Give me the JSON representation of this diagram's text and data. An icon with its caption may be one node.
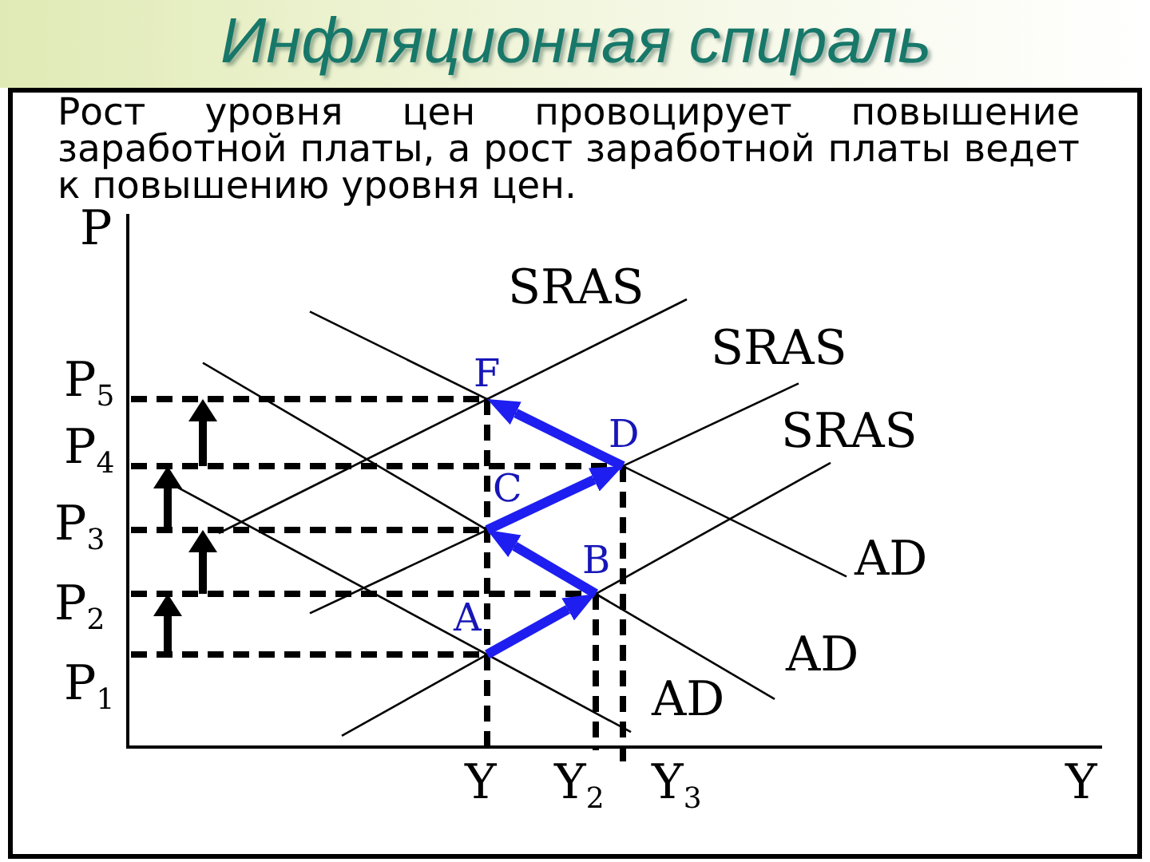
{
  "diagram": {
    "title": "Инфляционная спираль",
    "nodes": [
      {
        "text": [
          "A"
        ]
      },
      {
        "text": [
          "B"
        ]
      },
      {
        "text": [
          "C"
        ]
      },
      {
        "text": [
          "D"
        ]
      },
      {
        "text": [
          "F"
        ]
      }
    ],
    "edges": [
      {
        "from": 0,
        "to": 1,
        "arrow": "to"
      },
      {
        "from": 1,
        "to": 2,
        "arrow": "to"
      },
      {
        "from": 2,
        "to": 3,
        "arrow": "to"
      },
      {
        "from": 3,
        "to": 4,
        "arrow": "to"
      }
    ],
    "labels": [
      "Рост уровня цен провоцирует повышение заработной платы, а рост заработной платы ведет к повышению уровня цен.",
      "P",
      "SRAS",
      "SRAS",
      "P$_{5}$",
      "SRAS",
      "P$_{4}$",
      "P$_{3}$",
      "AD",
      "P$_{2}$",
      "AD",
      "P$_{1}$",
      "AD",
      "Y",
      "Y$_{2}$",
      "Y$_{3}$",
      "Y"
    ]
  }
}
